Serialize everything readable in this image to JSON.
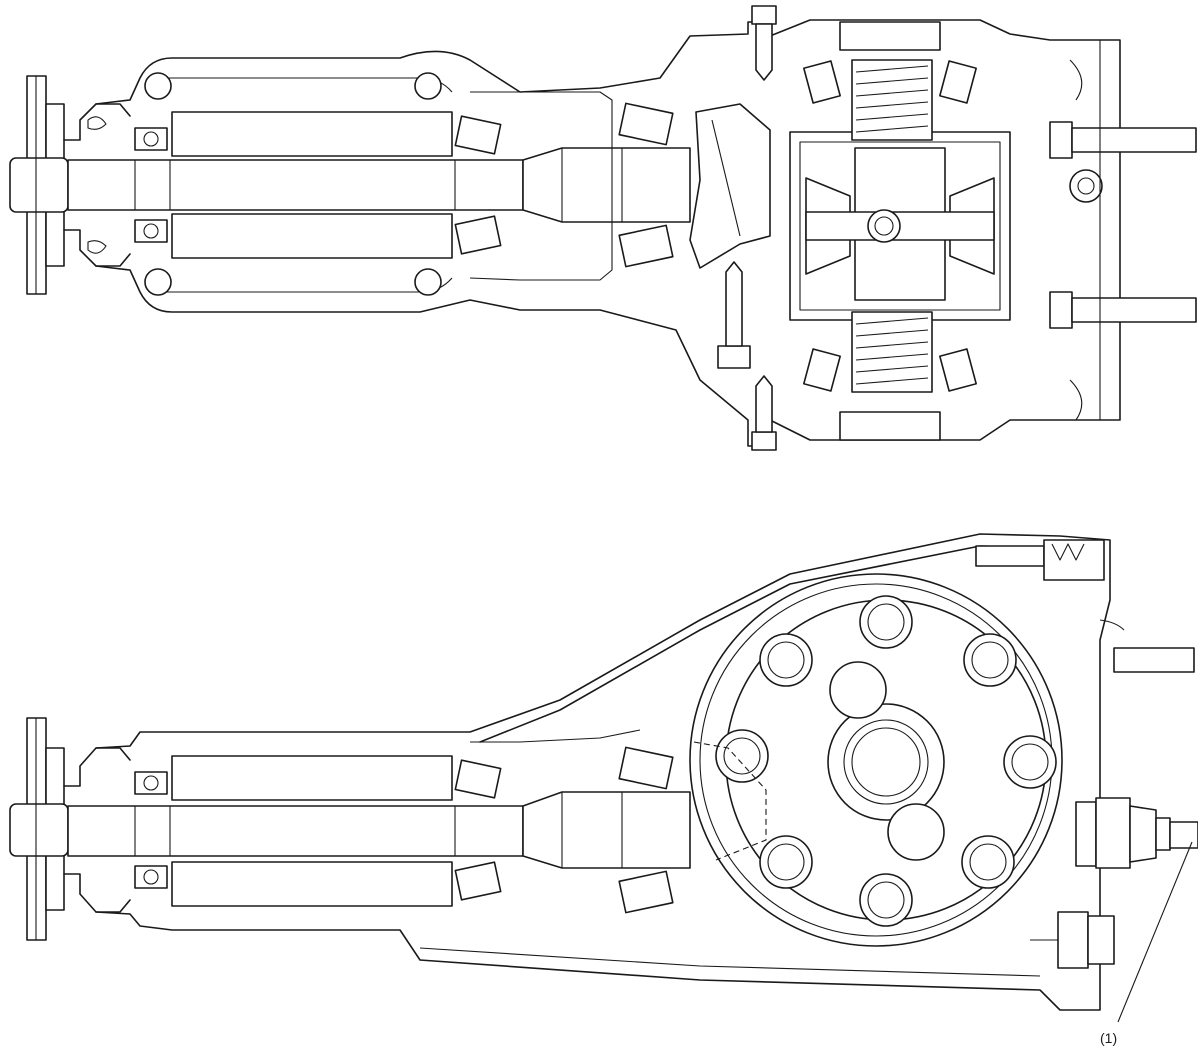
{
  "figure": {
    "callouts": [
      {
        "label": "(1)",
        "target": "breather-plug"
      }
    ],
    "views": [
      {
        "id": "top-sectional-view"
      },
      {
        "id": "side-external-view"
      }
    ]
  }
}
